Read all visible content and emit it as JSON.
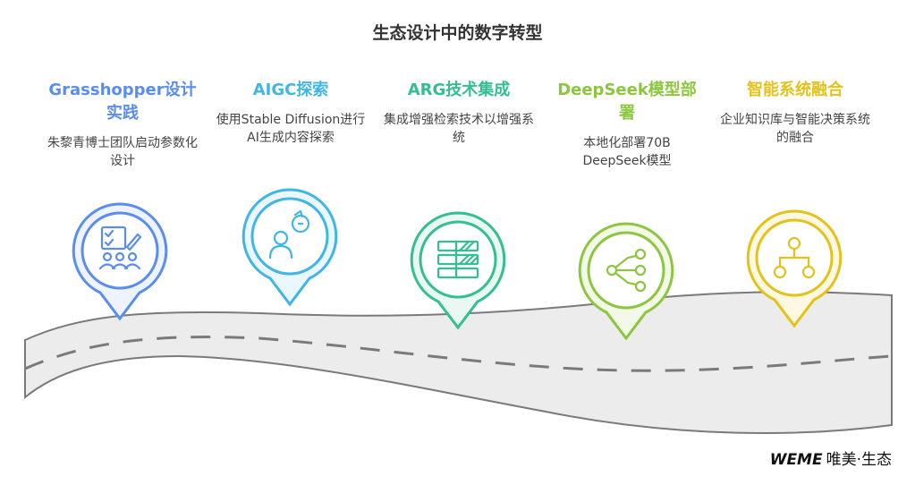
{
  "title": "生态设计中的数字转型",
  "steps": [
    {
      "title": "Grasshopper设计实践",
      "desc": "朱黎青博士团队启动参数化设计",
      "color": "#5b8def",
      "icon": "checklist-team-icon"
    },
    {
      "title": "AIGC探索",
      "desc": "使用Stable Diffusion进行AI生成内容探索",
      "color": "#3fb6e6",
      "icon": "ai-person-icon"
    },
    {
      "title": "ARG技术集成",
      "desc": "集成增强检索技术以增强系统",
      "color": "#33bf8f",
      "icon": "stacked-bars-icon"
    },
    {
      "title": "DeepSeek模型部署",
      "desc": "本地化部署70B DeepSeek模型",
      "color": "#8cc63f",
      "icon": "network-nodes-icon"
    },
    {
      "title": "智能系统融合",
      "desc": "企业知识库与智能决策系统的融合",
      "color": "#e3c21a",
      "icon": "hierarchy-icon"
    }
  ],
  "brand": {
    "en": "WEME",
    "cn": "唯美·生态"
  }
}
